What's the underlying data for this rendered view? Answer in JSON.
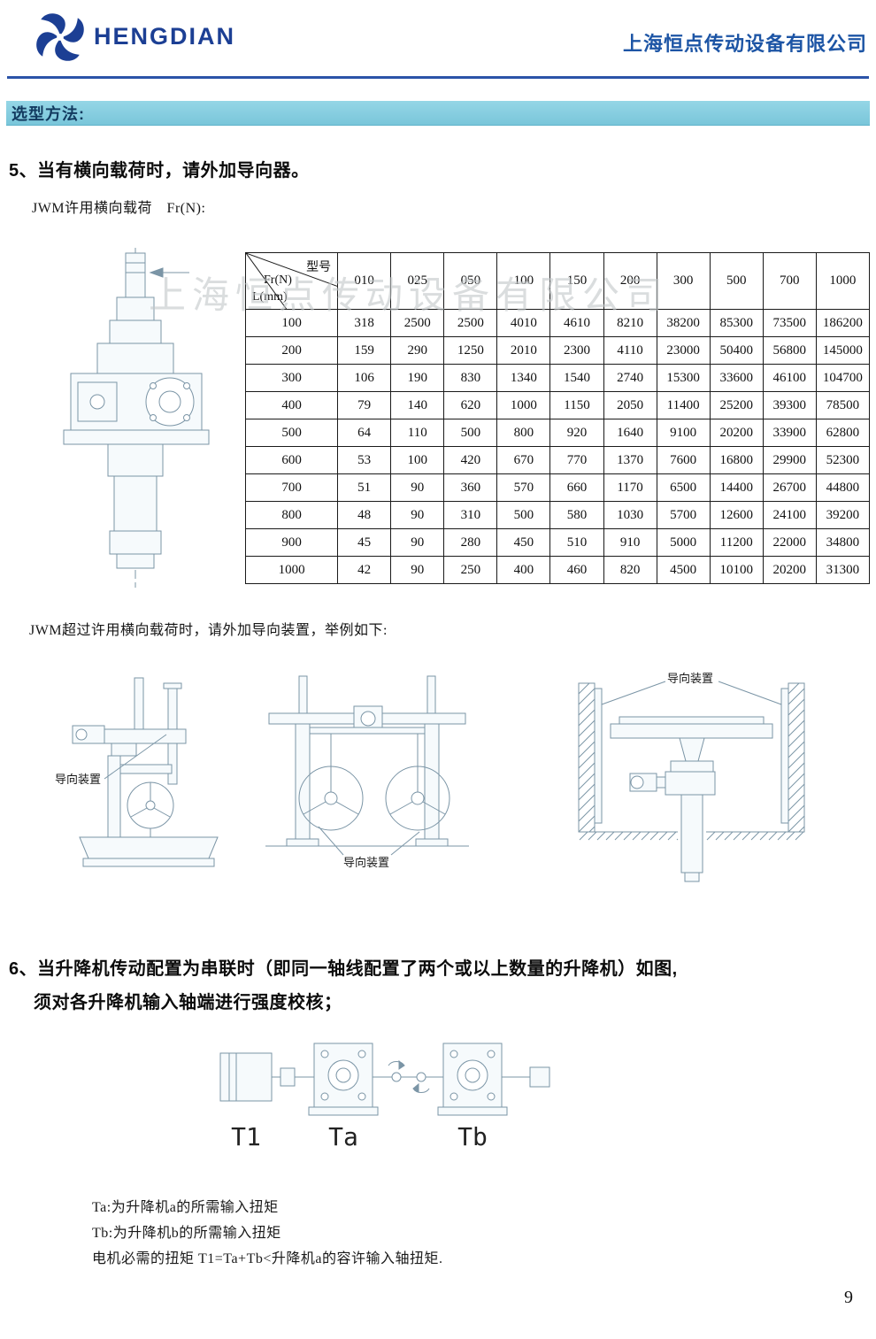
{
  "header": {
    "brand": "HENGDIAN",
    "company": "上海恒点传动设备有限公司"
  },
  "icons": {
    "logo": "pinwheel-logo"
  },
  "colors": {
    "brand_blue": "#1c3f94",
    "company_name_blue": "#1d55a5",
    "section_bar_cyan": "#86cfe0",
    "drawing_line_blue_gray": "#7b95a6"
  },
  "section_bar": {
    "label": "选型方法:"
  },
  "watermark": "上海恒点传动设备有限公司",
  "section5": {
    "heading": "5、当有横向载荷时，请外加导向器。",
    "subheading": "JWM许用横向载荷　Fr(N):",
    "note_after_table": "JWM超过许用横向载荷时，请外加导向装置，举例如下:"
  },
  "load_table": {
    "corner": {
      "quantity": "Fr(N)",
      "col_title": "型号",
      "row_title": "L(mm)"
    },
    "model_columns": [
      "010",
      "025",
      "050",
      "100",
      "150",
      "200",
      "300",
      "500",
      "700",
      "1000"
    ],
    "rows": [
      {
        "length": "100",
        "values": [
          "318",
          "2500",
          "2500",
          "4010",
          "4610",
          "8210",
          "38200",
          "85300",
          "73500",
          "186200"
        ]
      },
      {
        "length": "200",
        "values": [
          "159",
          "290",
          "1250",
          "2010",
          "2300",
          "4110",
          "23000",
          "50400",
          "56800",
          "145000"
        ]
      },
      {
        "length": "300",
        "values": [
          "106",
          "190",
          "830",
          "1340",
          "1540",
          "2740",
          "15300",
          "33600",
          "46100",
          "104700"
        ]
      },
      {
        "length": "400",
        "values": [
          "79",
          "140",
          "620",
          "1000",
          "1150",
          "2050",
          "11400",
          "25200",
          "39300",
          "78500"
        ]
      },
      {
        "length": "500",
        "values": [
          "64",
          "110",
          "500",
          "800",
          "920",
          "1640",
          "9100",
          "20200",
          "33900",
          "62800"
        ]
      },
      {
        "length": "600",
        "values": [
          "53",
          "100",
          "420",
          "670",
          "770",
          "1370",
          "7600",
          "16800",
          "29900",
          "52300"
        ]
      },
      {
        "length": "700",
        "values": [
          "51",
          "90",
          "360",
          "570",
          "660",
          "1170",
          "6500",
          "14400",
          "26700",
          "44800"
        ]
      },
      {
        "length": "800",
        "values": [
          "48",
          "90",
          "310",
          "500",
          "580",
          "1030",
          "5700",
          "12600",
          "24100",
          "39200"
        ]
      },
      {
        "length": "900",
        "values": [
          "45",
          "90",
          "280",
          "450",
          "510",
          "910",
          "5000",
          "11200",
          "22000",
          "34800"
        ]
      },
      {
        "length": "1000",
        "values": [
          "42",
          "90",
          "250",
          "400",
          "460",
          "820",
          "4500",
          "10100",
          "20200",
          "31300"
        ]
      }
    ]
  },
  "guide_examples": {
    "label_left": "导向装置",
    "label_middle": "导向装置",
    "label_right": "导向装置"
  },
  "section6": {
    "heading_line1": "6、当升降机传动配置为串联时（即同一轴线配置了两个或以上数量的升降机）如图,",
    "heading_line2": "须对各升降机输入轴端进行强度校核；"
  },
  "series_diagram": {
    "t1": "T1",
    "ta": "Ta",
    "tb": "Tb"
  },
  "torque_notes": [
    "Ta:为升降机a的所需输入扭矩",
    "Tb:为升降机b的所需输入扭矩",
    "电机必需的扭矩 T1=Ta+Tb<升降机a的容许输入轴扭矩."
  ],
  "page_number": "9"
}
